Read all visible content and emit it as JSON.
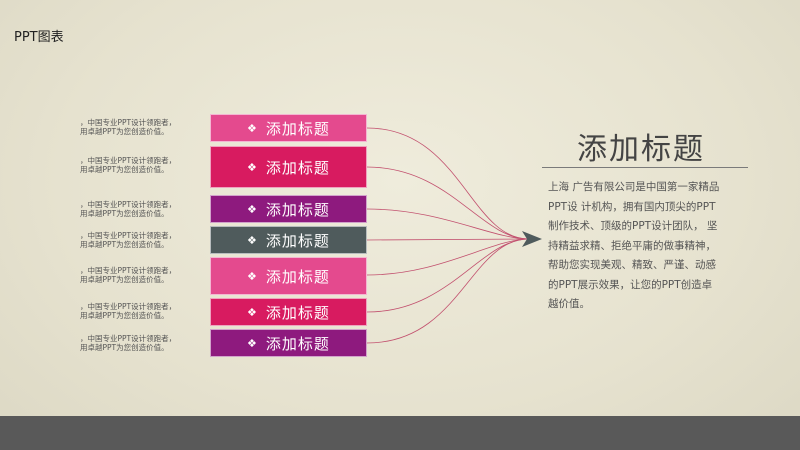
{
  "header": {
    "title": "PPT图表"
  },
  "items": [
    {
      "label": "添加标题",
      "color": "#e44a8e",
      "desc_line1": "，中国专业PPT设计领跑者，",
      "desc_line2": "用卓越PPT为您创造价值。"
    },
    {
      "label": "添加标题",
      "color": "#d81b60",
      "desc_line1": "，中国专业PPT设计领跑者，",
      "desc_line2": "用卓越PPT为您创造价值。"
    },
    {
      "label": "添加标题",
      "color": "#8e1a7e",
      "desc_line1": "，中国专业PPT设计领跑者，",
      "desc_line2": "用卓越PPT为您创造价值。"
    },
    {
      "label": "添加标题",
      "color": "#4f5b5c",
      "desc_line1": "，中国专业PPT设计领跑者，",
      "desc_line2": "用卓越PPT为您创造价值。"
    },
    {
      "label": "添加标题",
      "color": "#e44a8e",
      "desc_line1": "，中国专业PPT设计领跑者，",
      "desc_line2": "用卓越PPT为您创造价值。"
    },
    {
      "label": "添加标题",
      "color": "#d81b60",
      "desc_line1": "，中国专业PPT设计领跑者，",
      "desc_line2": "用卓越PPT为您创造价值。"
    },
    {
      "label": "添加标题",
      "color": "#8e1a7e",
      "desc_line1": "，中国专业PPT设计领跑者，",
      "desc_line2": "用卓越PPT为您创造价值。"
    }
  ],
  "main": {
    "title": "添加标题",
    "body_lines": [
      "上海 广告有限公司是中国第一家精品",
      "PPT设 计机构，拥有国内顶尖的PPT",
      "制作技术、顶级的PPT设计团队， 坚",
      "持精益求精、拒绝平庸的做事精神，",
      "帮助您实现美观、精致、严谨、动感",
      "的PPT展示效果，让您的PPT创造卓",
      "越价值。"
    ]
  },
  "colors": {
    "background": "#e8e4d2",
    "footer": "#595959",
    "connector": "#c2506e",
    "arrow": "#4f5b5c"
  }
}
